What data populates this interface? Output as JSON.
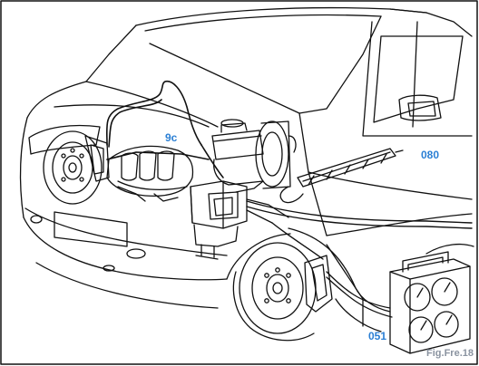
{
  "labels": {
    "brake_pipes": "9c",
    "wiper_hose": "080",
    "pressure_tester": "051"
  },
  "figure_ref": "Fig.Fre.18",
  "colors": {
    "line": "#111111",
    "label": "#2a7fd4",
    "figure_ref": "#8a93a0"
  }
}
